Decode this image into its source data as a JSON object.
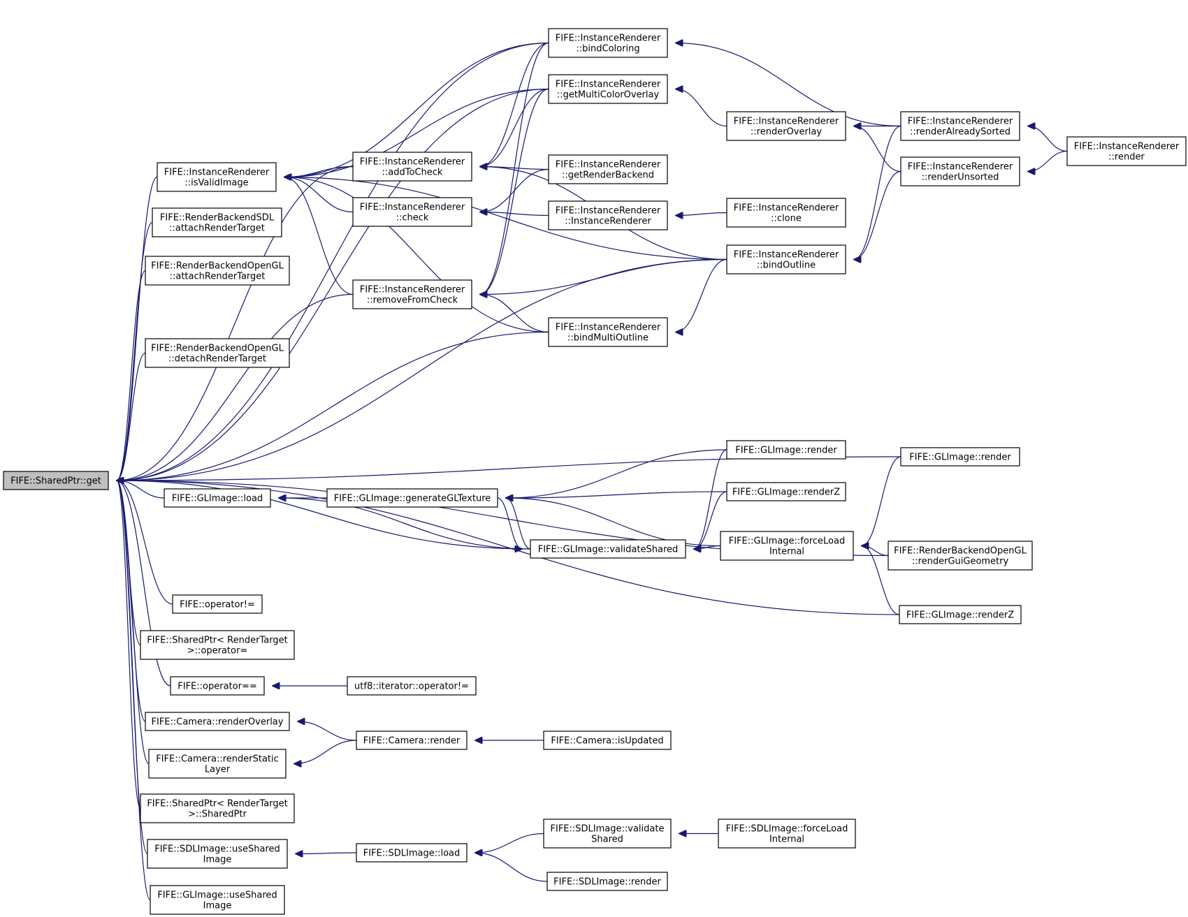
{
  "diagram": {
    "colors": {
      "edge": "#191970",
      "node_border": "#000000",
      "node_fill": "#ffffff",
      "root_fill": "#bfbfbf"
    },
    "nodes": [
      {
        "id": "root",
        "lines": [
          "FIFE::SharedPtr::get"
        ]
      },
      {
        "id": "ir_isValidImage",
        "lines": [
          "FIFE::InstanceRenderer",
          "::isValidImage"
        ]
      },
      {
        "id": "sdl_attach",
        "lines": [
          "FIFE::RenderBackendSDL",
          "::attachRenderTarget"
        ]
      },
      {
        "id": "gl_attach",
        "lines": [
          "FIFE::RenderBackendOpenGL",
          "::attachRenderTarget"
        ]
      },
      {
        "id": "gl_detach",
        "lines": [
          "FIFE::RenderBackendOpenGL",
          "::detachRenderTarget"
        ]
      },
      {
        "id": "glimage_load",
        "lines": [
          "FIFE::GLImage::load"
        ]
      },
      {
        "id": "op_ne",
        "lines": [
          "FIFE::operator!="
        ]
      },
      {
        "id": "sp_opassign",
        "lines": [
          "FIFE::SharedPtr< RenderTarget",
          ">::operator="
        ]
      },
      {
        "id": "op_eq",
        "lines": [
          "FIFE::operator=="
        ]
      },
      {
        "id": "cam_renderOverlay",
        "lines": [
          "FIFE::Camera::renderOverlay"
        ]
      },
      {
        "id": "cam_renderStatic",
        "lines": [
          "FIFE::Camera::renderStatic",
          "Layer"
        ]
      },
      {
        "id": "sp_ctor",
        "lines": [
          "FIFE::SharedPtr< RenderTarget",
          ">::SharedPtr"
        ]
      },
      {
        "id": "sdl_useShared",
        "lines": [
          "FIFE::SDLImage::useShared",
          "Image"
        ]
      },
      {
        "id": "gl_useShared",
        "lines": [
          "FIFE::GLImage::useShared",
          "Image"
        ]
      },
      {
        "id": "ir_addToCheck",
        "lines": [
          "FIFE::InstanceRenderer",
          "::addToCheck"
        ]
      },
      {
        "id": "ir_check",
        "lines": [
          "FIFE::InstanceRenderer",
          "::check"
        ]
      },
      {
        "id": "ir_removeFromCheck",
        "lines": [
          "FIFE::InstanceRenderer",
          "::removeFromCheck"
        ]
      },
      {
        "id": "gl_generateGLTexture",
        "lines": [
          "FIFE::GLImage::generateGLTexture"
        ]
      },
      {
        "id": "utf8_ne",
        "lines": [
          "utf8::iterator::operator!="
        ]
      },
      {
        "id": "cam_render",
        "lines": [
          "FIFE::Camera::render"
        ]
      },
      {
        "id": "sdl_load",
        "lines": [
          "FIFE::SDLImage::load"
        ]
      },
      {
        "id": "ir_bindColoring",
        "lines": [
          "FIFE::InstanceRenderer",
          "::bindColoring"
        ]
      },
      {
        "id": "ir_getMultiColorOverlay",
        "lines": [
          "FIFE::InstanceRenderer",
          "::getMultiColorOverlay"
        ]
      },
      {
        "id": "ir_getRenderBackend",
        "lines": [
          "FIFE::InstanceRenderer",
          "::getRenderBackend"
        ]
      },
      {
        "id": "ir_ctor",
        "lines": [
          "FIFE::InstanceRenderer",
          "::InstanceRenderer"
        ]
      },
      {
        "id": "ir_bindMultiOutline",
        "lines": [
          "FIFE::InstanceRenderer",
          "::bindMultiOutline"
        ]
      },
      {
        "id": "gl_validateShared",
        "lines": [
          "FIFE::GLImage::validateShared"
        ]
      },
      {
        "id": "cam_isUpdated",
        "lines": [
          "FIFE::Camera::isUpdated"
        ]
      },
      {
        "id": "sdl_validateShared",
        "lines": [
          "FIFE::SDLImage::validate",
          "Shared"
        ]
      },
      {
        "id": "sdl_render",
        "lines": [
          "FIFE::SDLImage::render"
        ]
      },
      {
        "id": "ir_renderOverlay",
        "lines": [
          "FIFE::InstanceRenderer",
          "::renderOverlay"
        ]
      },
      {
        "id": "ir_clone",
        "lines": [
          "FIFE::InstanceRenderer",
          "::clone"
        ]
      },
      {
        "id": "ir_bindOutline",
        "lines": [
          "FIFE::InstanceRenderer",
          "::bindOutline"
        ]
      },
      {
        "id": "gl_render_a",
        "lines": [
          "FIFE::GLImage::render"
        ]
      },
      {
        "id": "gl_renderZ_a",
        "lines": [
          "FIFE::GLImage::renderZ"
        ]
      },
      {
        "id": "gl_forceLoad",
        "lines": [
          "FIFE::GLImage::forceLoad",
          "Internal"
        ]
      },
      {
        "id": "sdl_forceLoad",
        "lines": [
          "FIFE::SDLImage::forceLoad",
          "Internal"
        ]
      },
      {
        "id": "ir_renderAlreadySorted",
        "lines": [
          "FIFE::InstanceRenderer",
          "::renderAlreadySorted"
        ]
      },
      {
        "id": "ir_renderUnsorted",
        "lines": [
          "FIFE::InstanceRenderer",
          "::renderUnsorted"
        ]
      },
      {
        "id": "ir_render",
        "lines": [
          "FIFE::InstanceRenderer",
          "::render"
        ]
      },
      {
        "id": "gl_render_b",
        "lines": [
          "FIFE::GLImage::render"
        ]
      },
      {
        "id": "gl_renderGuiGeometry",
        "lines": [
          "FIFE::RenderBackendOpenGL",
          "::renderGuiGeometry"
        ]
      },
      {
        "id": "gl_renderZ_b",
        "lines": [
          "FIFE::GLImage::renderZ"
        ]
      }
    ],
    "edges": [
      [
        "root",
        "ir_isValidImage"
      ],
      [
        "root",
        "sdl_attach"
      ],
      [
        "root",
        "gl_attach"
      ],
      [
        "root",
        "gl_detach"
      ],
      [
        "root",
        "glimage_load"
      ],
      [
        "root",
        "op_ne"
      ],
      [
        "root",
        "sp_opassign"
      ],
      [
        "root",
        "op_eq"
      ],
      [
        "root",
        "cam_renderOverlay"
      ],
      [
        "root",
        "cam_renderStatic"
      ],
      [
        "root",
        "sp_ctor"
      ],
      [
        "root",
        "sdl_useShared"
      ],
      [
        "root",
        "gl_useShared"
      ],
      [
        "root",
        "ir_bindColoring"
      ],
      [
        "root",
        "ir_getMultiColorOverlay"
      ],
      [
        "root",
        "ir_addToCheck"
      ],
      [
        "root",
        "ir_removeFromCheck"
      ],
      [
        "root",
        "ir_bindMultiOutline"
      ],
      [
        "root",
        "ir_bindOutline"
      ],
      [
        "root",
        "gl_render_b"
      ],
      [
        "root",
        "gl_validateShared"
      ],
      [
        "root",
        "gl_renderGuiGeometry"
      ],
      [
        "root",
        "gl_renderZ_b"
      ],
      [
        "ir_isValidImage",
        "ir_bindColoring"
      ],
      [
        "ir_isValidImage",
        "ir_getMultiColorOverlay"
      ],
      [
        "ir_isValidImage",
        "ir_addToCheck"
      ],
      [
        "ir_isValidImage",
        "ir_check"
      ],
      [
        "ir_isValidImage",
        "ir_removeFromCheck"
      ],
      [
        "ir_isValidImage",
        "ir_bindOutline"
      ],
      [
        "ir_isValidImage",
        "ir_bindMultiOutline"
      ],
      [
        "ir_addToCheck",
        "ir_bindColoring"
      ],
      [
        "ir_addToCheck",
        "ir_getMultiColorOverlay"
      ],
      [
        "ir_addToCheck",
        "ir_getRenderBackend"
      ],
      [
        "ir_addToCheck",
        "ir_bindOutline"
      ],
      [
        "ir_check",
        "ir_getRenderBackend"
      ],
      [
        "ir_check",
        "ir_ctor"
      ],
      [
        "ir_removeFromCheck",
        "ir_bindColoring"
      ],
      [
        "ir_removeFromCheck",
        "ir_getMultiColorOverlay"
      ],
      [
        "ir_removeFromCheck",
        "ir_bindOutline"
      ],
      [
        "ir_removeFromCheck",
        "ir_bindMultiOutline"
      ],
      [
        "ir_bindColoring",
        "ir_renderAlreadySorted"
      ],
      [
        "ir_getMultiColorOverlay",
        "ir_renderOverlay"
      ],
      [
        "ir_renderOverlay",
        "ir_renderAlreadySorted"
      ],
      [
        "ir_renderOverlay",
        "ir_renderUnsorted"
      ],
      [
        "ir_renderAlreadySorted",
        "ir_render"
      ],
      [
        "ir_renderUnsorted",
        "ir_render"
      ],
      [
        "ir_bindOutline",
        "ir_renderAlreadySorted"
      ],
      [
        "ir_bindOutline",
        "ir_renderUnsorted"
      ],
      [
        "ir_bindMultiOutline",
        "ir_bindOutline"
      ],
      [
        "ir_ctor",
        "ir_clone"
      ],
      [
        "glimage_load",
        "gl_generateGLTexture"
      ],
      [
        "glimage_load",
        "gl_validateShared"
      ],
      [
        "gl_generateGLTexture",
        "gl_render_a"
      ],
      [
        "gl_generateGLTexture",
        "gl_renderZ_a"
      ],
      [
        "gl_generateGLTexture",
        "gl_validateShared"
      ],
      [
        "gl_generateGLTexture",
        "gl_forceLoad"
      ],
      [
        "gl_validateShared",
        "gl_generateGLTexture"
      ],
      [
        "gl_validateShared",
        "gl_render_a"
      ],
      [
        "gl_validateShared",
        "gl_renderZ_a"
      ],
      [
        "gl_validateShared",
        "gl_forceLoad"
      ],
      [
        "gl_forceLoad",
        "gl_render_b"
      ],
      [
        "gl_forceLoad",
        "gl_renderGuiGeometry"
      ],
      [
        "gl_forceLoad",
        "gl_renderZ_b"
      ],
      [
        "op_eq",
        "utf8_ne"
      ],
      [
        "cam_renderOverlay",
        "cam_render"
      ],
      [
        "cam_renderStatic",
        "cam_render"
      ],
      [
        "cam_render",
        "cam_isUpdated"
      ],
      [
        "sdl_useShared",
        "sdl_load"
      ],
      [
        "sdl_load",
        "sdl_validateShared"
      ],
      [
        "sdl_load",
        "sdl_render"
      ],
      [
        "sdl_validateShared",
        "sdl_forceLoad"
      ]
    ]
  }
}
